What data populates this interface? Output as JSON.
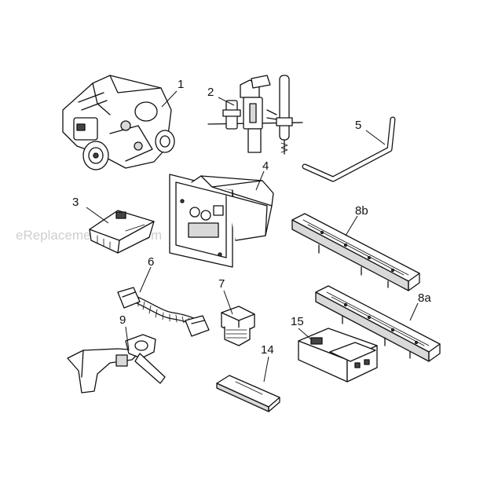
{
  "watermark": "eReplacementParts.com",
  "callouts": {
    "c1": "1",
    "c2": "2",
    "c3": "3",
    "c4": "4",
    "c5": "5",
    "c6": "6",
    "c7": "7",
    "c8a": "8a",
    "c8b": "8b",
    "c9": "9",
    "c14": "14",
    "c15": "15"
  }
}
